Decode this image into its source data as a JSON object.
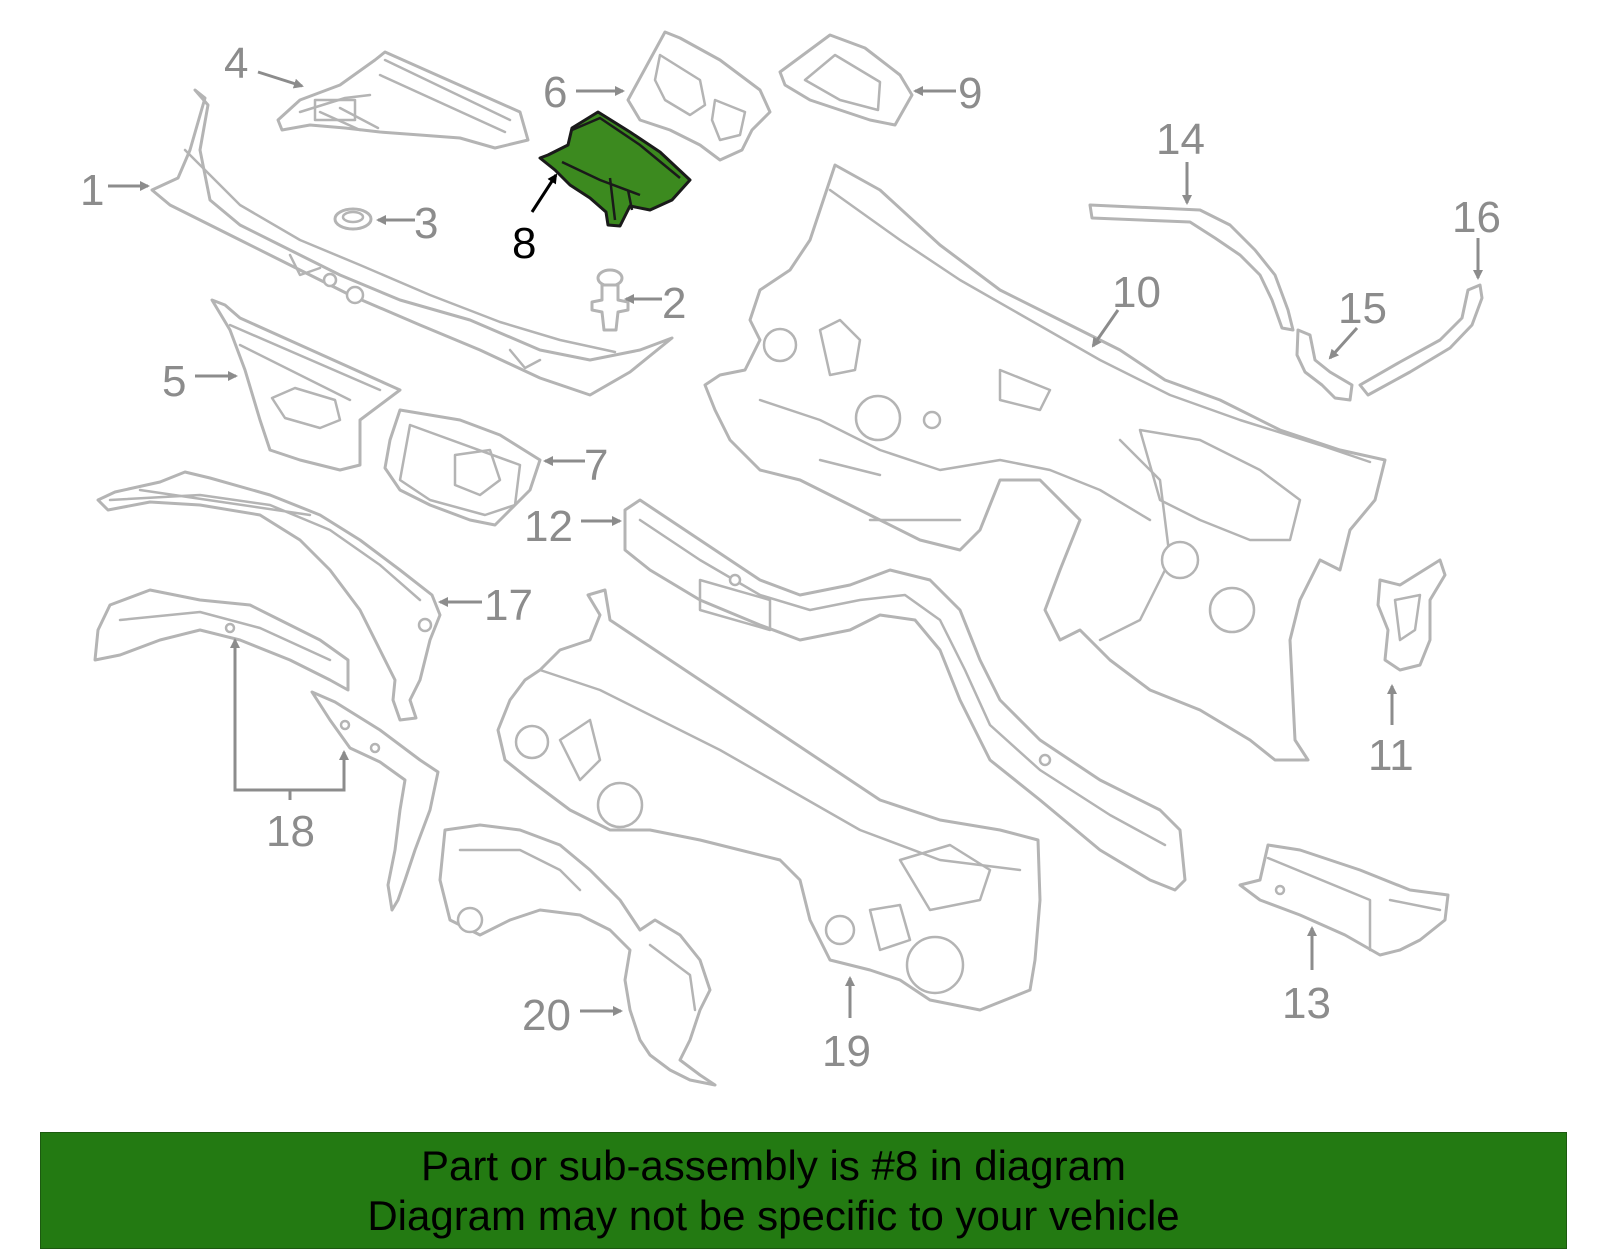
{
  "diagram": {
    "highlight_color": "#3c8a1f",
    "part_stroke_color": "#b4b4b4",
    "highlighted_part": "8",
    "callouts": [
      {
        "id": "c1",
        "label": "1"
      },
      {
        "id": "c2",
        "label": "2"
      },
      {
        "id": "c3",
        "label": "3"
      },
      {
        "id": "c4",
        "label": "4"
      },
      {
        "id": "c5",
        "label": "5"
      },
      {
        "id": "c6",
        "label": "6"
      },
      {
        "id": "c7",
        "label": "7"
      },
      {
        "id": "c8",
        "label": "8"
      },
      {
        "id": "c9",
        "label": "9"
      },
      {
        "id": "c10",
        "label": "10"
      },
      {
        "id": "c11",
        "label": "11"
      },
      {
        "id": "c12",
        "label": "12"
      },
      {
        "id": "c13",
        "label": "13"
      },
      {
        "id": "c14",
        "label": "14"
      },
      {
        "id": "c15",
        "label": "15"
      },
      {
        "id": "c16",
        "label": "16"
      },
      {
        "id": "c17",
        "label": "17"
      },
      {
        "id": "c18",
        "label": "18"
      },
      {
        "id": "c19",
        "label": "19"
      },
      {
        "id": "c20",
        "label": "20"
      }
    ]
  },
  "notice": {
    "background_color": "#237a12",
    "line1": "Part or sub-assembly is #8 in diagram",
    "line2": "Diagram may not be specific to your vehicle"
  }
}
